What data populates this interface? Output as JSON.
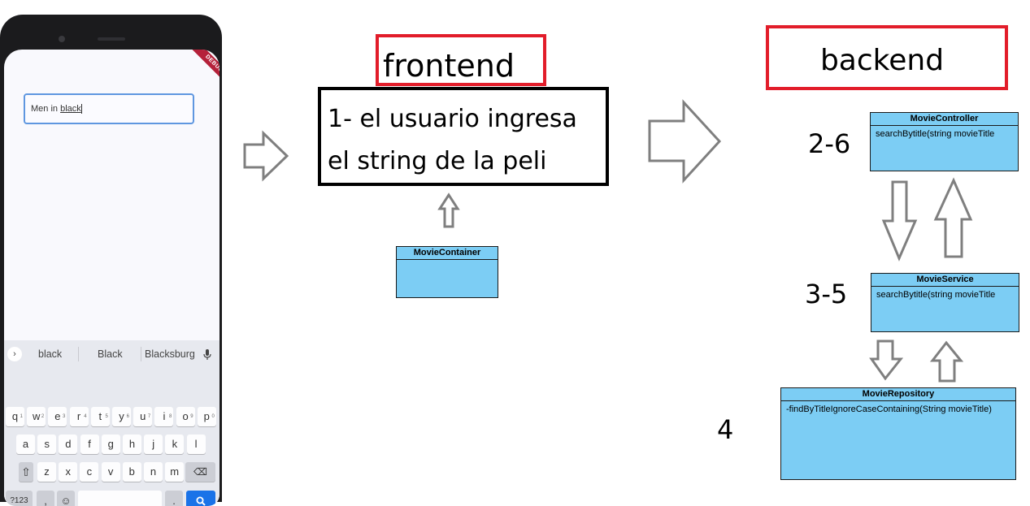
{
  "phone": {
    "debug_ribbon": "DEBUG",
    "input_prefix": "Men in ",
    "input_suffix": "black",
    "suggestions": [
      "black",
      "Black",
      "Blacksburg"
    ],
    "row1": [
      {
        "k": "q",
        "n": "1"
      },
      {
        "k": "w",
        "n": "2"
      },
      {
        "k": "e",
        "n": "3"
      },
      {
        "k": "r",
        "n": "4"
      },
      {
        "k": "t",
        "n": "5"
      },
      {
        "k": "y",
        "n": "6"
      },
      {
        "k": "u",
        "n": "7"
      },
      {
        "k": "i",
        "n": "8"
      },
      {
        "k": "o",
        "n": "9"
      },
      {
        "k": "p",
        "n": "0"
      }
    ],
    "row2": [
      "a",
      "s",
      "d",
      "f",
      "g",
      "h",
      "j",
      "k",
      "l"
    ],
    "row3": [
      "z",
      "x",
      "c",
      "v",
      "b",
      "n",
      "m"
    ],
    "symbols_key": "?123",
    "comma_key": ",",
    "period_key": "."
  },
  "diagram": {
    "frontend_label": "frontend",
    "backend_label": "backend",
    "step_line1": "1- el usuario ingresa",
    "step_line2": "el string de la peli",
    "movie_container": {
      "title": "MovieContainer"
    },
    "movie_controller": {
      "title": "MovieController",
      "method": "searchBytitle(string movieTitle"
    },
    "movie_service": {
      "title": "MovieService",
      "method": "searchBytitle(string movieTitle"
    },
    "movie_repository": {
      "title": "MovieRepository",
      "method": "-findByTitleIgnoreCaseContaining(String movieTitle)"
    },
    "num_controller": "2-6",
    "num_service": "3-5",
    "num_repository": "4"
  },
  "colors": {
    "uml_fill": "#7ccdf4",
    "label_border": "#e21d2a",
    "arrow_stroke": "#7f7f7f",
    "search_key": "#1a73e8"
  }
}
